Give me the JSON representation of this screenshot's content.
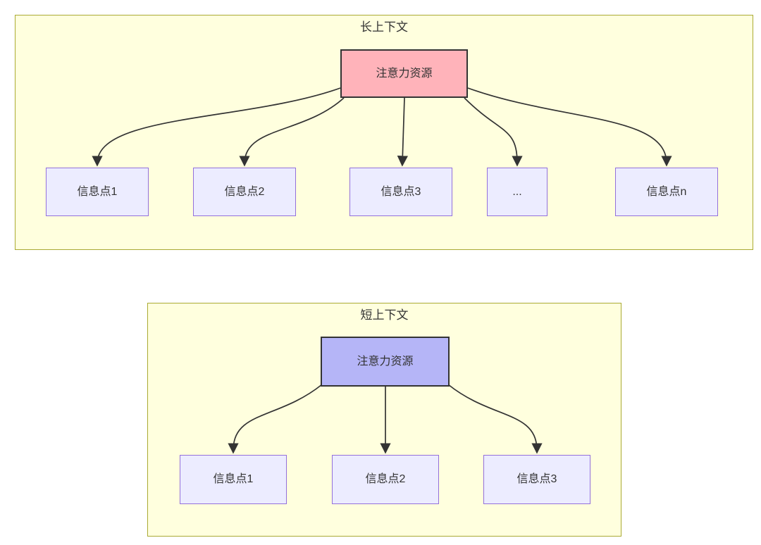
{
  "colors": {
    "container_fill": "#ffffde",
    "container_border": "#aaaa33",
    "node_fill": "#ececff",
    "node_border": "#9370db",
    "long_root_fill": "#ffb3ba",
    "short_root_fill": "#b5b5f7",
    "root_border": "#333333",
    "arrow_color": "#333333",
    "text_color": "#333333"
  },
  "long_context": {
    "title": "长上下文",
    "root_label": "注意力资源",
    "nodes": [
      "信息点1",
      "信息点2",
      "信息点3",
      "...",
      "信息点n"
    ]
  },
  "short_context": {
    "title": "短上下文",
    "root_label": "注意力资源",
    "nodes": [
      "信息点1",
      "信息点2",
      "信息点3"
    ]
  }
}
